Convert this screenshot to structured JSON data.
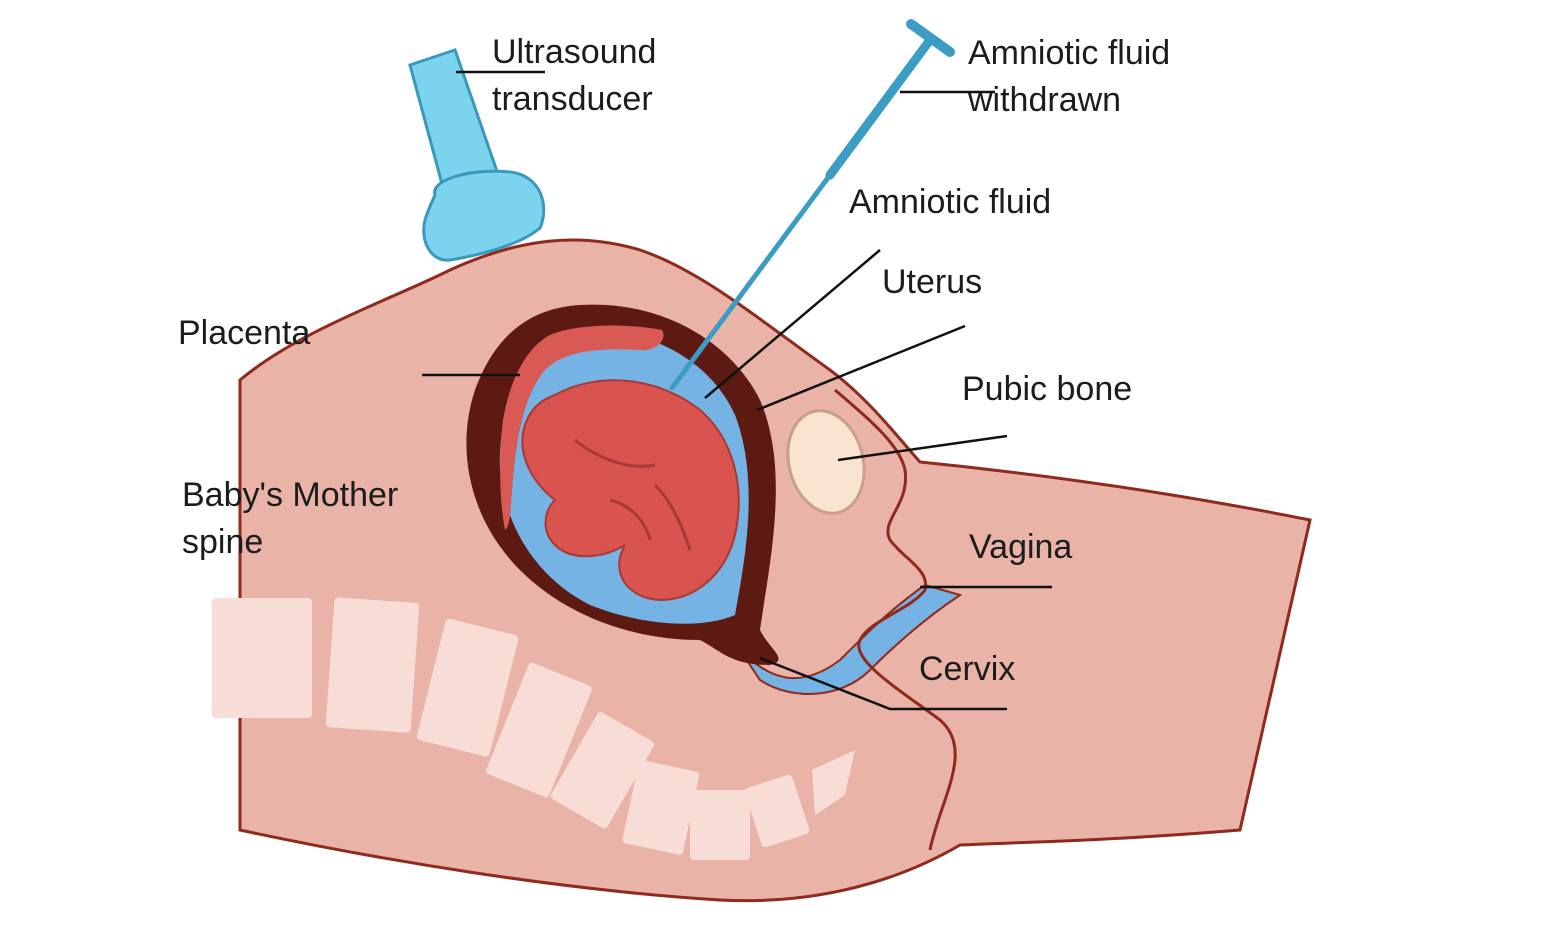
{
  "labels": {
    "ultrasound_transducer": [
      "Ultrasound",
      "transducer"
    ],
    "amniotic_fluid_withdrawn": [
      "Amniotic fluid",
      "withdrawn"
    ],
    "amniotic_fluid": "Amniotic fluid",
    "uterus": "Uterus",
    "placenta": "Placenta",
    "pubic_bone": "Pubic bone",
    "mother_spine": [
      "Baby's Mother",
      "spine"
    ],
    "vagina": "Vagina",
    "cervix": "Cervix"
  },
  "colors": {
    "body_skin": "#e9b3a8",
    "body_outline": "#8f2a1c",
    "spine_vertebra": "#f7ddd5",
    "amniotic_fluid": "#74b3e3",
    "uterus_wall": "#5c1a12",
    "placenta": "#d95a55",
    "fetus": "#d9534f",
    "transducer": "#7cd3ee",
    "needle": "#3b9cc4",
    "pubic_bone": "#f9e4d2"
  },
  "icons": {
    "transducer": "ultrasound-transducer-icon",
    "needle": "syringe-needle-icon",
    "fetus": "fetus-icon"
  }
}
